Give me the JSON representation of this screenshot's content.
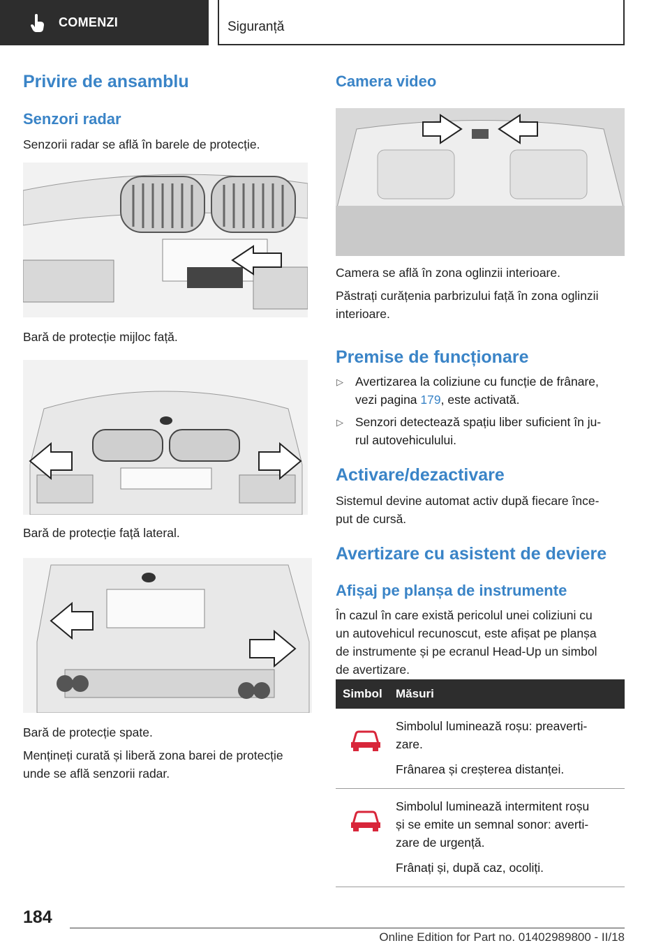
{
  "header": {
    "section": "COMENZI",
    "chapter": "Siguranță"
  },
  "left": {
    "title": "Privire de ansamblu",
    "subtitle": "Senzori radar",
    "intro": "Senzorii radar se află în barele de protecție.",
    "caption1": "Bară de protecție mijloc față.",
    "caption2": "Bară de protecție față lateral.",
    "caption3": "Bară de protecție spate.",
    "note_line1": "Mențineți curată și liberă zona barei de protecție",
    "note_line2": "unde se află senzorii radar."
  },
  "right": {
    "camera_title": "Camera video",
    "camera_text1": "Camera se află în zona oglinzii interioare.",
    "camera_text2_line1": "Păstrați curățenia parbrizului față în zona oglinzii",
    "camera_text2_line2": "interioare.",
    "premise_title": "Premise de funcționare",
    "bullets": [
      {
        "line1": "Avertizarea la coliziune cu funcție de frânare,",
        "line2_pre": "vezi pagina ",
        "link": "179",
        "line2_post": ", este activată."
      },
      {
        "line1": "Senzori detectează spațiu liber suficient în ju-",
        "line2_pre": "rul autovehiculului.",
        "link": "",
        "line2_post": ""
      }
    ],
    "activation_title": "Activare/dezactivare",
    "activation_line1": "Sistemul devine automat activ după fiecare înce-",
    "activation_line2": "put de cursă.",
    "warning_title": "Avertizare cu asistent de deviere",
    "display_title": "Afișaj pe planșa de instrumente",
    "display_lines": [
      "În cazul în care există pericolul unei coliziuni cu",
      "un autovehicul recunoscut, este afișat pe planșa",
      "de instrumente și pe ecranul Head-Up un simbol",
      "de avertizare."
    ]
  },
  "table": {
    "col1": "Simbol",
    "col2": "Măsuri",
    "rows": [
      {
        "icon": "car-warning-icon",
        "lines": [
          "Simbolul luminează roșu: preaverti-",
          "zare."
        ],
        "action": "Frânarea și creșterea distanței."
      },
      {
        "icon": "car-warning-icon",
        "lines": [
          "Simbolul luminează intermitent roșu",
          "și se emite un semnal sonor: averti-",
          "zare de urgență."
        ],
        "action": "Frânați și, după caz, ocoliți."
      }
    ],
    "icon_color": "#d8263a"
  },
  "footer": {
    "page": "184",
    "edition": "Online Edition for Part no. 01402989800 - II/18"
  },
  "colors": {
    "accent": "#3a84c7",
    "dark": "#2d2d2d"
  }
}
